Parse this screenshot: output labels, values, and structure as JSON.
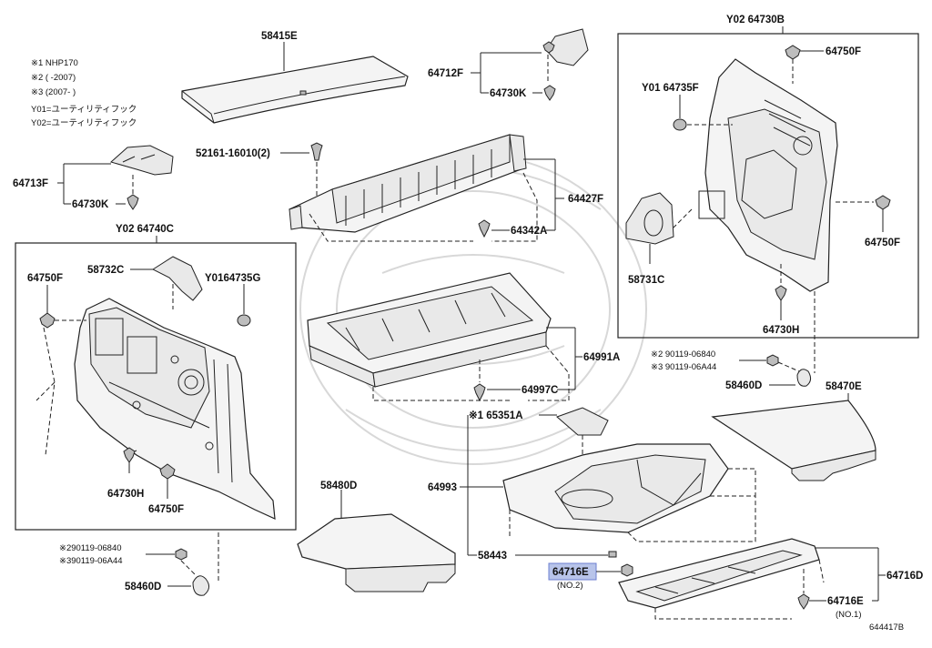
{
  "notes": {
    "n1": "※1 NHP170",
    "n2": "※2 (      -2007)",
    "n3": "※3 (2007-      )",
    "y01": "Y01=ユーティリティフック",
    "y02": "Y02=ユーティリティフック"
  },
  "labels": {
    "p58415E": "58415E",
    "p52161": "52161-16010(2)",
    "p64713F": "64713F",
    "p64730K_left": "64730K",
    "p64712F": "64712F",
    "p64730K_top": "64730K",
    "p64427F": "64427F",
    "p64342A": "64342A",
    "p64740C": "Y02 64740C",
    "p58732C": "58732C",
    "p64735G": "Y0164735G",
    "p64750F_l1": "64750F",
    "p64730H_l": "64730H",
    "p64750F_l2": "64750F",
    "p64730B": "Y02 64730B",
    "p64750F_r1": "64750F",
    "p64735F": "Y01 64735F",
    "p64750F_r2": "64750F",
    "p58731C": "58731C",
    "p64730H_r": "64730H",
    "p64991A": "64991A",
    "p64997C": "64997C",
    "p90119_r2": "※2 90119-06840",
    "p90119_r3": "※3 90119-06A44",
    "p58460D_r": "58460D",
    "p58470E": "58470E",
    "p65351A": "※1 65351A",
    "p64993": "64993",
    "p58480D": "58480D",
    "p58443": "58443",
    "p64716E_hl": "64716E",
    "p64716E_hl_sub": "(NO.2)",
    "p64716D": "64716D",
    "p64716E_b": "64716E",
    "p64716E_b_sub": "(NO.1)",
    "p90119_l2": "※290119-06840",
    "p90119_l3": "※390119-06A44",
    "p58460D_l": "58460D",
    "diagram_id": "644417B"
  }
}
